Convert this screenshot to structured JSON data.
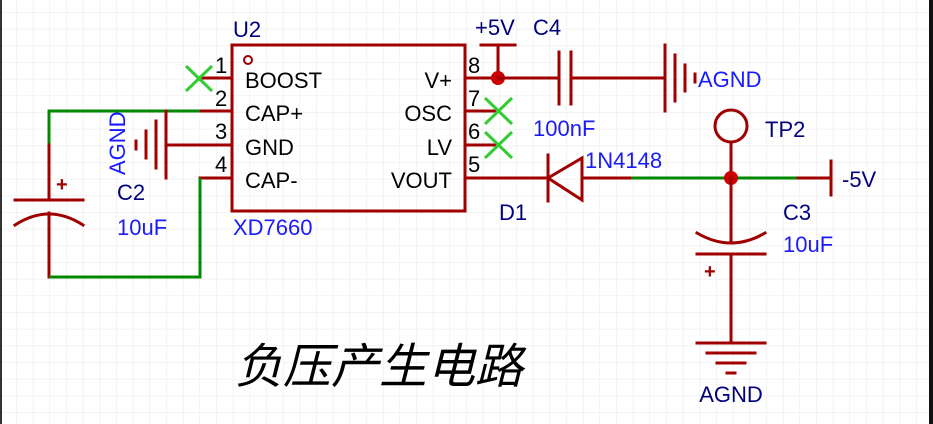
{
  "schematic": {
    "title": "负压产生电路",
    "colors": {
      "wire": "#a00000",
      "net_wire": "#008800",
      "no_connect": "#33cc33",
      "value_label": "#1a1aff",
      "designator_label": "#00007f",
      "junction": "#cc0000",
      "grid": "#ebebeb"
    },
    "u2": {
      "designator": "U2",
      "part": "XD7660",
      "left_pins": [
        {
          "num": "1",
          "name": "BOOST"
        },
        {
          "num": "2",
          "name": "CAP+"
        },
        {
          "num": "3",
          "name": "GND"
        },
        {
          "num": "4",
          "name": "CAP-"
        }
      ],
      "right_pins": [
        {
          "num": "8",
          "name": "V+"
        },
        {
          "num": "7",
          "name": "OSC"
        },
        {
          "num": "6",
          "name": "LV"
        },
        {
          "num": "5",
          "name": "VOUT"
        }
      ]
    },
    "c2": {
      "designator": "C2",
      "value": "10uF",
      "polarity": "+"
    },
    "c3": {
      "designator": "C3",
      "value": "10uF",
      "polarity": "+"
    },
    "c4": {
      "designator": "C4",
      "value": "100nF"
    },
    "d1": {
      "designator": "D1",
      "part": "1N4148"
    },
    "tp2": {
      "designator": "TP2"
    },
    "nets": {
      "plus5v": "+5V",
      "minus5v": "-5V",
      "agnd_left": "AGND",
      "agnd_top": "AGND",
      "agnd_bottom": "AGND"
    }
  }
}
